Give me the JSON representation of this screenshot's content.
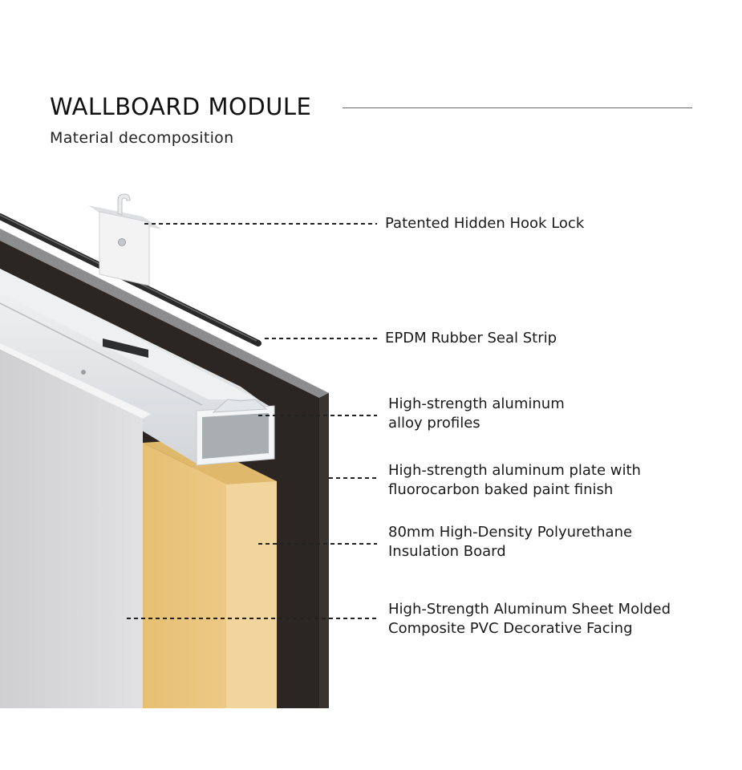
{
  "header": {
    "title": "WALLBOARD MODULE",
    "subtitle": "Material decomposition"
  },
  "callouts": [
    {
      "id": "hook",
      "lines": [
        "Patented Hidden Hook Lock"
      ]
    },
    {
      "id": "seal",
      "lines": [
        "EPDM Rubber Seal Strip"
      ]
    },
    {
      "id": "profile",
      "lines": [
        "High-strength aluminum",
        "alloy profiles"
      ]
    },
    {
      "id": "plate",
      "lines": [
        "High-strength aluminum plate with",
        "fluorocarbon baked paint finish"
      ]
    },
    {
      "id": "insulation",
      "lines": [
        "80mm High-Density Polyurethane",
        "Insulation Board"
      ]
    },
    {
      "id": "facing",
      "lines": [
        "High-Strength Aluminum Sheet Molded",
        "Composite PVC Decorative Facing"
      ]
    }
  ],
  "colors": {
    "dark_plate": "#2b2623",
    "insulation": "#e9c277",
    "facing": "#d9d9db",
    "aluminum": "#e6e8ea",
    "rubber": "#2a2a2a",
    "leader": "#222222"
  }
}
